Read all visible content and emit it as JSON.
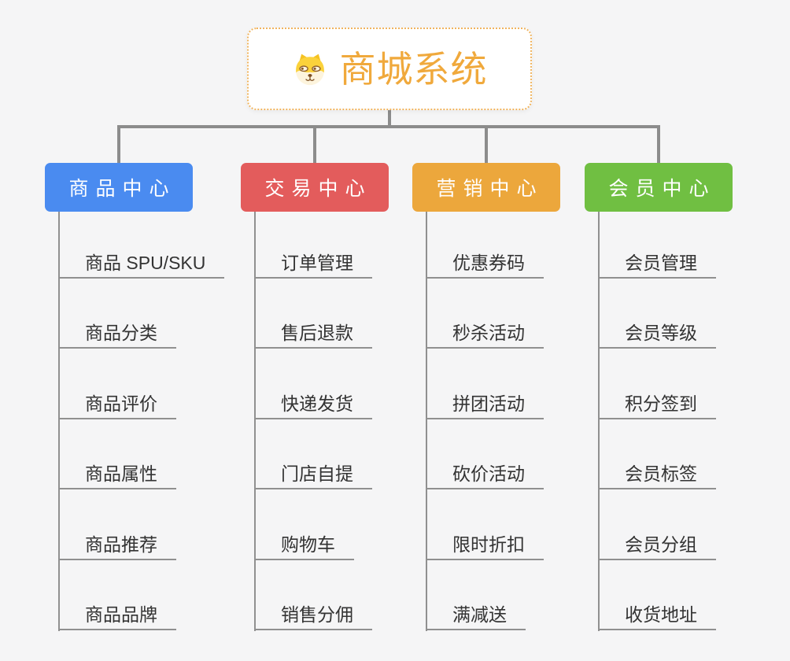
{
  "canvas": {
    "background": "#f5f5f6",
    "connector_color": "#8c8c8c",
    "leaf_line_color": "#909090",
    "leaf_text_color": "#333333"
  },
  "root": {
    "title": "商城系统",
    "icon": "dog-face-icon",
    "text_color": "#f0a93c",
    "border_color": "#f0b45f",
    "background": "#ffffff"
  },
  "branches": [
    {
      "id": "product-center",
      "label": "商品中心",
      "color": "#4a8bf0",
      "children": [
        "商品 SPU/SKU",
        "商品分类",
        "商品评价",
        "商品属性",
        "商品推荐",
        "商品品牌"
      ]
    },
    {
      "id": "trade-center",
      "label": "交易中心",
      "color": "#e35c5c",
      "children": [
        "订单管理",
        "售后退款",
        "快递发货",
        "门店自提",
        "购物车",
        "销售分佣"
      ]
    },
    {
      "id": "marketing-center",
      "label": "营销中心",
      "color": "#eca73c",
      "children": [
        "优惠券码",
        "秒杀活动",
        "拼团活动",
        "砍价活动",
        "限时折扣",
        "满减送"
      ]
    },
    {
      "id": "member-center",
      "label": "会员中心",
      "color": "#70bf42",
      "children": [
        "会员管理",
        "会员等级",
        "积分签到",
        "会员标签",
        "会员分组",
        "收货地址"
      ]
    }
  ]
}
